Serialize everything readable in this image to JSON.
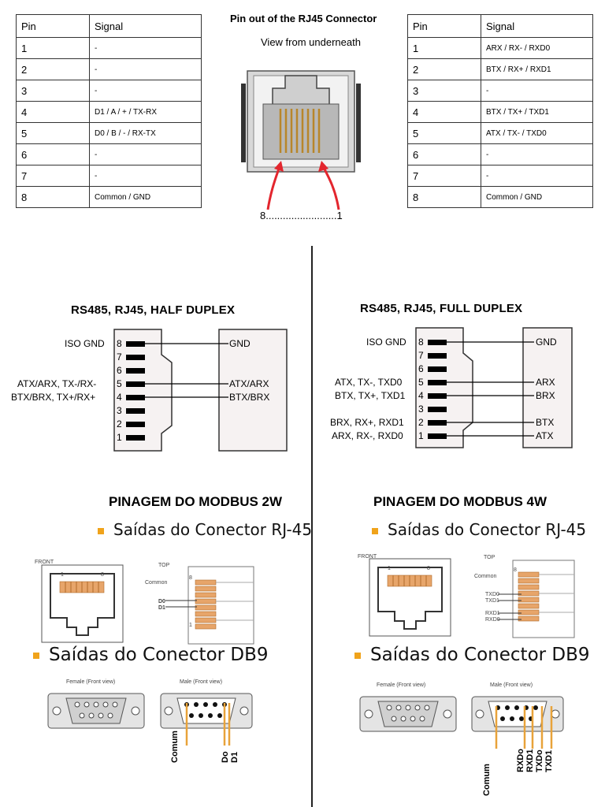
{
  "left_table": {
    "header": {
      "pin": "Pin",
      "signal": "Signal"
    },
    "rows": [
      {
        "pin": "1",
        "signal": "-"
      },
      {
        "pin": "2",
        "signal": "-"
      },
      {
        "pin": "3",
        "signal": "-"
      },
      {
        "pin": "4",
        "signal": "D1 / A / + / TX-RX"
      },
      {
        "pin": "5",
        "signal": "D0 / B / - / RX-TX"
      },
      {
        "pin": "6",
        "signal": "-"
      },
      {
        "pin": "7",
        "signal": "-"
      },
      {
        "pin": "8",
        "signal": "Common / GND"
      }
    ]
  },
  "right_table": {
    "header": {
      "pin": "Pin",
      "signal": "Signal"
    },
    "rows": [
      {
        "pin": "1",
        "signal": "ARX / RX- / RXD0"
      },
      {
        "pin": "2",
        "signal": "BTX / RX+ / RXD1"
      },
      {
        "pin": "3",
        "signal": "-"
      },
      {
        "pin": "4",
        "signal": "BTX / TX+ / TXD1"
      },
      {
        "pin": "5",
        "signal": "ATX / TX- / TXD0"
      },
      {
        "pin": "6",
        "signal": "-"
      },
      {
        "pin": "7",
        "signal": "-"
      },
      {
        "pin": "8",
        "signal": "Common / GND"
      }
    ]
  },
  "connector": {
    "title": "Pin out of the RJ45 Connector",
    "subtitle": "View from underneath",
    "pin_range": "8.........................1",
    "arrow_color": "#e3262e"
  },
  "half_duplex": {
    "title": "RS485, RJ45, HALF DUPLEX",
    "left_labels": {
      "p8": "ISO GND",
      "p5": "ATX/ARX, TX-/RX-",
      "p4": "BTX/BRX, TX+/RX+"
    },
    "pin_numbers": [
      "8",
      "7",
      "6",
      "5",
      "4",
      "3",
      "2",
      "1"
    ],
    "right_labels": {
      "gnd": "GND",
      "a": "ATX/ARX",
      "b": "BTX/BRX"
    }
  },
  "full_duplex": {
    "title": "RS485, RJ45, FULL DUPLEX",
    "left_labels": {
      "p8": "ISO GND",
      "p5": "ATX, TX-, TXD0",
      "p4": "BTX, TX+, TXD1",
      "p2": "BRX, RX+, RXD1",
      "p1": "ARX, RX-, RXD0"
    },
    "pin_numbers": [
      "8",
      "7",
      "6",
      "5",
      "4",
      "3",
      "2",
      "1"
    ],
    "right_labels": {
      "gnd": "GND",
      "arx": "ARX",
      "brx": "BRX",
      "btx": "BTX",
      "atx": "ATX"
    }
  },
  "modbus_2w": {
    "title": "PINAGEM DO MODBUS 2W",
    "rj45_bullet": "Saídas do Conector RJ-45",
    "db9_bullet": "Saídas do Conector DB9",
    "front_label": "FRONT",
    "top_label": "TOP",
    "front_pin_1": "1",
    "front_pin_8": "8",
    "top_pin_8": "8",
    "top_pin_1": "1",
    "top_signals": {
      "common": "Common",
      "d0": "D0",
      "d1": "D1"
    },
    "female_label": "Female (Front view)",
    "male_label": "Male (Front view)",
    "db9_wires": [
      "Comum",
      "Do",
      "D1"
    ],
    "accent": "#e8a33a"
  },
  "modbus_4w": {
    "title": "PINAGEM DO MODBUS 4W",
    "rj45_bullet": "Saídas do Conector RJ-45",
    "db9_bullet": "Saídas do Conector DB9",
    "front_label": "FRONT",
    "top_label": "TOP",
    "front_pin_1": "1",
    "front_pin_8": "8",
    "top_pin_8": "8",
    "top_signals": {
      "common": "Common",
      "txd0": "TXD0",
      "txd1": "TXD1",
      "rxd1": "RXD1",
      "rxd0": "RXD0"
    },
    "female_label": "Female (Front view)",
    "male_label": "Male (Front view)",
    "db9_wires": [
      "Comum",
      "RXDo",
      "RXD1",
      "TXDo",
      "TXD1"
    ],
    "accent": "#e8a33a"
  }
}
